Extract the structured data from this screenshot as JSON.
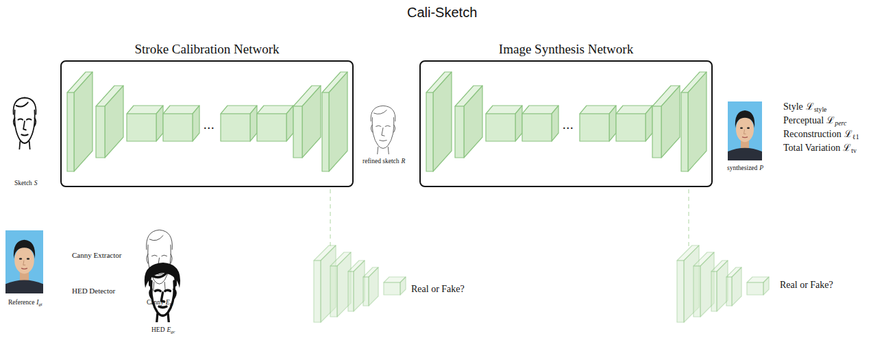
{
  "diagram": {
    "title": "Cali-Sketch",
    "nodes": [
      {
        "text": [
          "Stroke Calibration Network"
        ]
      },
      {
        "text": [
          "Image Synthesis Network"
        ]
      }
    ],
    "labels": [
      "Sketch",
      "S",
      "refined sketch",
      "R",
      "synthesized",
      "P",
      "Style",
      "ℒ",
      "style",
      "Perceptual",
      "ℒ",
      "perc",
      "Reconstruction",
      "ℒ",
      "ℓ1",
      "Total Variation",
      "ℒ",
      "tv",
      "Canny Extractor",
      "Canny",
      "E",
      "ld",
      "HED Detector",
      "Reference",
      "I",
      "gt",
      "HED",
      "E",
      "gc",
      "Real or Fake?",
      "Real or Fake?",
      "...",
      "..."
    ]
  }
}
